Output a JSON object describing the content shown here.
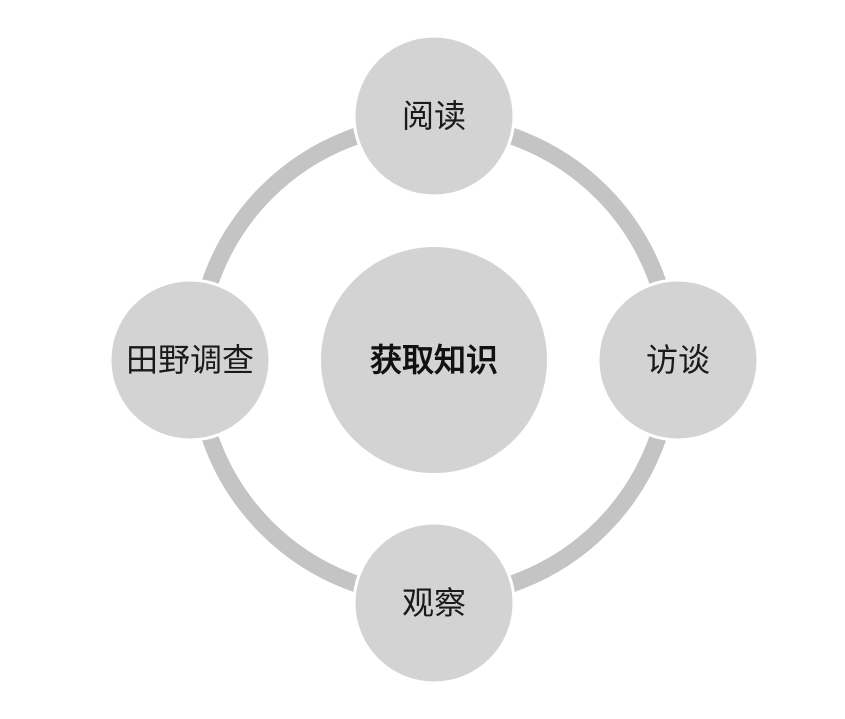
{
  "diagram": {
    "center": {
      "label": "获取知识"
    },
    "nodes": [
      {
        "id": "top",
        "label": "阅读"
      },
      {
        "id": "right",
        "label": "访谈"
      },
      {
        "id": "bottom",
        "label": "观察"
      },
      {
        "id": "left",
        "label": "田野调查"
      }
    ],
    "colors": {
      "ring": "#c4c4c4",
      "circle_fill": "#d3d3d3",
      "circle_stroke": "#ffffff",
      "text": "#1a1a1a"
    }
  }
}
